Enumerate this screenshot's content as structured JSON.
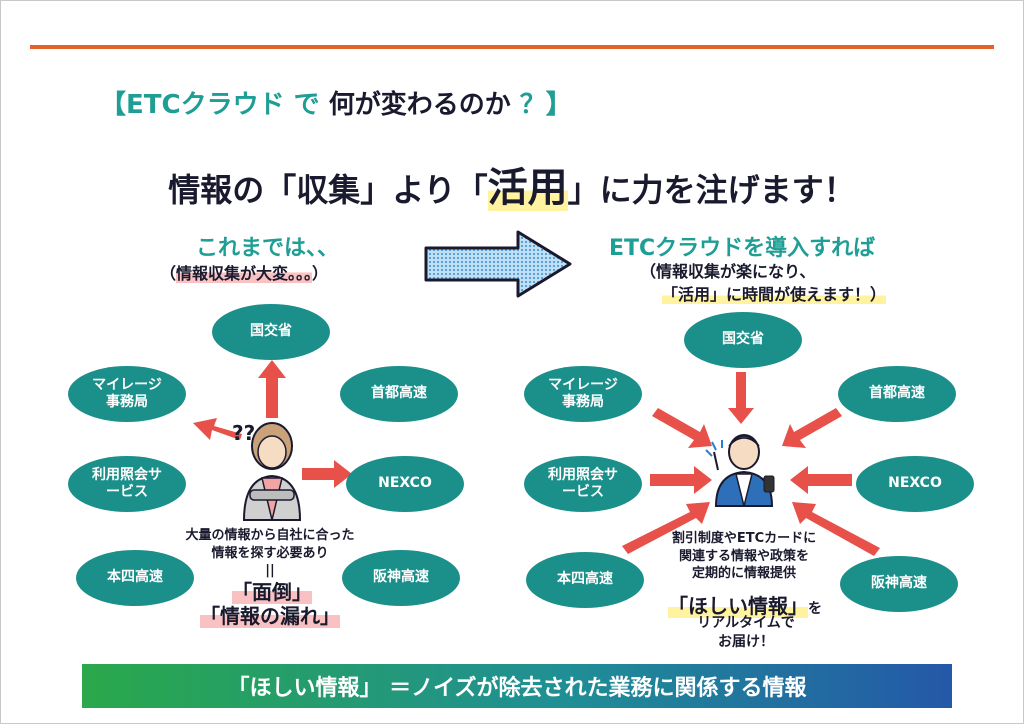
{
  "header": {
    "bracket_open": "【",
    "etc": "ETCクラウド で",
    "question": " 何が変わるのか",
    "qmark": " ？",
    "bracket_close": "】"
  },
  "headline": {
    "part1": "情報の「収集」より「",
    "emph": "活用",
    "part2": "」に力を注げます！"
  },
  "left": {
    "title": "これまでは、、",
    "paren_open": "（",
    "note": "情報収集が大変。。。",
    "paren_close": "）",
    "nodes": [
      "国交省",
      "マイレージ事務局",
      "首都高速",
      "利用照会サービス",
      "NEXCO",
      "本四高速",
      "阪神高速"
    ],
    "desc_line1": "大量の情報から自社に合った",
    "desc_line2": "情報を探す必要あり",
    "equals": "||",
    "result1": "「面倒」",
    "result2": "「情報の漏れ」"
  },
  "right": {
    "title": "ETCクラウドを導入すれば",
    "note_line1": "（情報収集が楽になり、",
    "note_line2": "「活用」に時間が使えます！）",
    "nodes": [
      "国交省",
      "マイレージ事務局",
      "首都高速",
      "利用照会サービス",
      "NEXCO",
      "本四高速",
      "阪神高速"
    ],
    "desc_line1": "割引制度やETCカードに",
    "desc_line2": "関連する情報や政策を",
    "desc_line3": "定期的に情報提供",
    "want": "「ほしい情報」",
    "wo": "を",
    "realtime": "リアルタイムで",
    "deliver": "お届け！"
  },
  "footer": "「ほしい情報」 ＝ノイズが除去された業務に関係する情報",
  "colors": {
    "accent_line": "#e2622a",
    "teal": "#1e9e95",
    "node": "#1b8f8a",
    "arrow_red": "#e8504a",
    "arrow_blue": "#4a9fd8"
  }
}
